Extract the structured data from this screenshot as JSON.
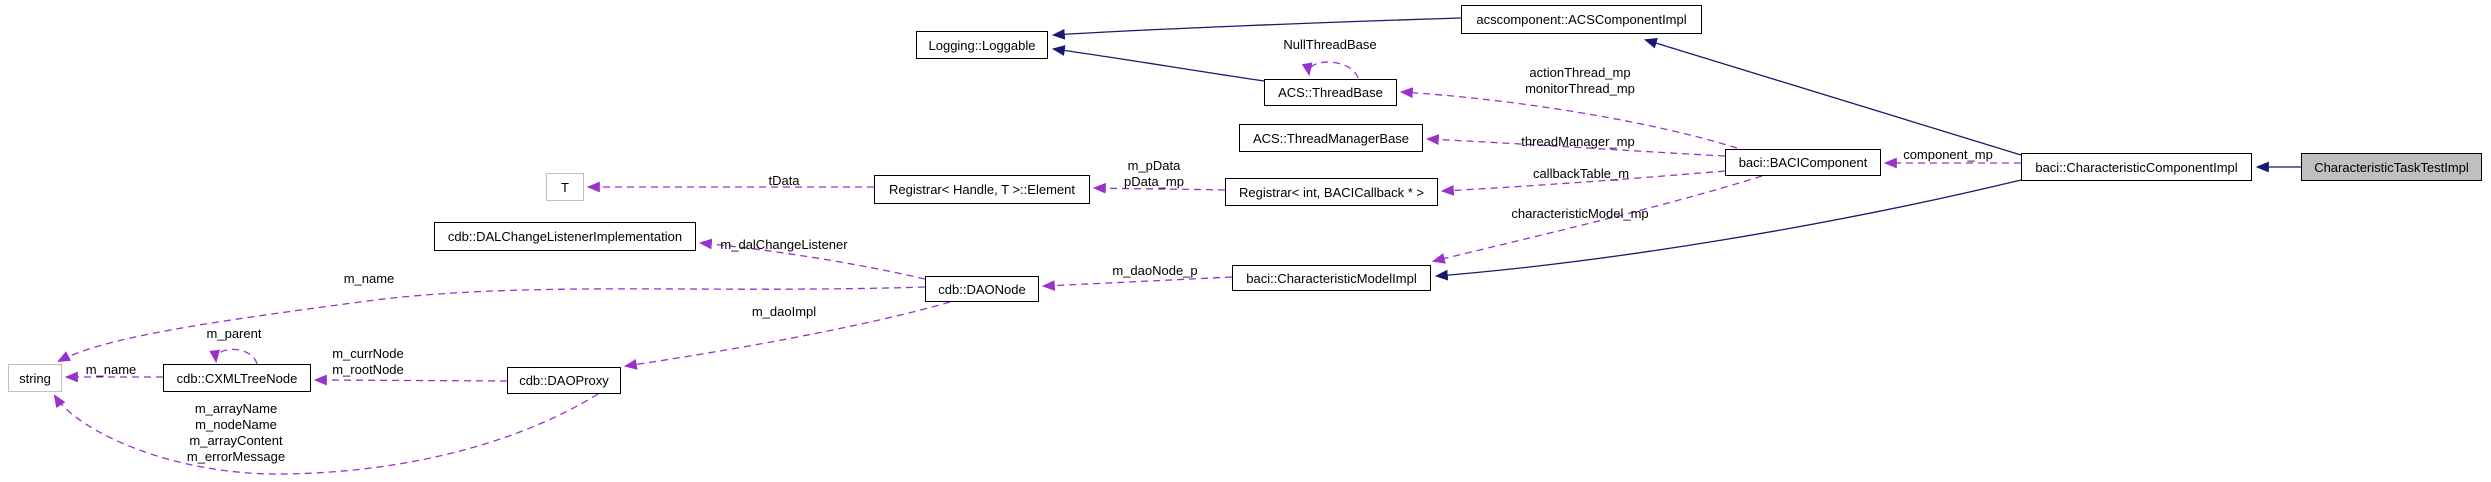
{
  "diagram": {
    "type": "uml-collaboration-graph",
    "colors": {
      "inheritance_edge": "#191970",
      "usage_edge": "#9932cc",
      "node_border": "#000000",
      "external_node_border": "#c0c0c0",
      "highlight_fill": "#bfbfbf",
      "node_fill": "#ffffff",
      "text": "#000000",
      "background": "#ffffff"
    },
    "nodes": {
      "loggable": {
        "label": "Logging::Loggable"
      },
      "acs_component_impl": {
        "label": "acscomponent::ACSComponentImpl"
      },
      "thread_base": {
        "label": "ACS::ThreadBase"
      },
      "thread_manager_base": {
        "label": "ACS::ThreadManagerBase"
      },
      "registrar_element": {
        "label": "Registrar< Handle, T >::Element"
      },
      "registrar_int": {
        "label": "Registrar< int, BACICallback * >"
      },
      "t": {
        "label": "T"
      },
      "baci_component": {
        "label": "baci::BACIComponent"
      },
      "characteristic_component_impl": {
        "label": "baci::CharacteristicComponentImpl"
      },
      "characteristic_task_test_impl": {
        "label": "CharacteristicTaskTestImpl"
      },
      "dal_change_listener_impl": {
        "label": "cdb::DALChangeListenerImplementation"
      },
      "dao_node": {
        "label": "cdb::DAONode"
      },
      "characteristic_model_impl": {
        "label": "baci::CharacteristicModelImpl"
      },
      "string": {
        "label": "string"
      },
      "cxml_tree_node": {
        "label": "cdb::CXMLTreeNode"
      },
      "dao_proxy": {
        "label": "cdb::DAOProxy"
      }
    },
    "edge_labels": {
      "null_thread_base": "NullThreadBase",
      "action_thread_mp": "actionThread_mp",
      "monitor_thread_mp": "monitorThread_mp",
      "thread_manager_mp": "threadManager_mp",
      "callback_table_m": "callbackTable_m",
      "characteristic_model_mp": "characteristicModel_mp",
      "component_mp": "component_mp",
      "t_data": "tData",
      "m_pdata": "m_pData",
      "pdata_mp": "pData_mp",
      "m_dao_node_p": "m_daoNode_p",
      "m_dal_change_listener": "m_dalChangeListener",
      "m_name_dao": "m_name",
      "m_dao_impl": "m_daoImpl",
      "m_curr_node": "m_currNode",
      "m_root_node": "m_rootNode",
      "m_name_tree": "m_name",
      "m_parent": "m_parent",
      "m_array_name": "m_arrayName",
      "m_node_name": "m_nodeName",
      "m_array_content": "m_arrayContent",
      "m_error_message": "m_errorMessage"
    }
  }
}
